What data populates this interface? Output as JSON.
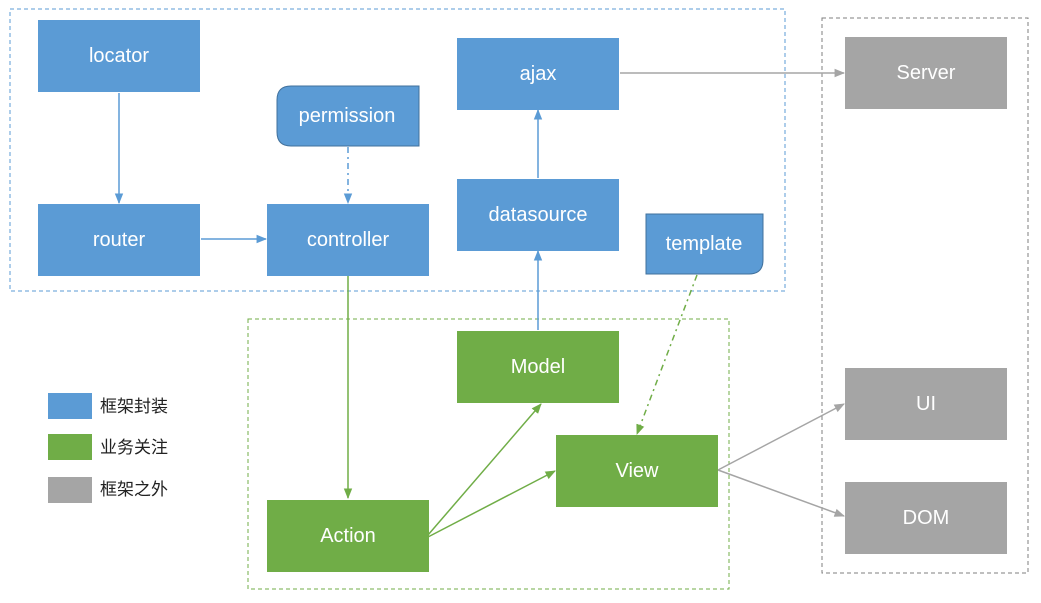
{
  "colors": {
    "framework": "#5b9bd5",
    "business": "#70ad47",
    "external": "#a5a5a5",
    "blue_line": "#5b9bd5",
    "green_line": "#70ad47",
    "gray_line": "#a5a5a5",
    "frame_blue": "#5b9bd5",
    "frame_green": "#70ad47",
    "frame_gray": "#7f7f7f"
  },
  "nodes": {
    "locator": "locator",
    "router": "router",
    "permission": "permission",
    "controller": "controller",
    "ajax": "ajax",
    "datasource": "datasource",
    "template": "template",
    "server": "Server",
    "model": "Model",
    "view": "View",
    "action": "Action",
    "ui": "UI",
    "dom": "DOM"
  },
  "legend": {
    "framework": "框架封装",
    "business": "业务关注",
    "external": "框架之外"
  }
}
